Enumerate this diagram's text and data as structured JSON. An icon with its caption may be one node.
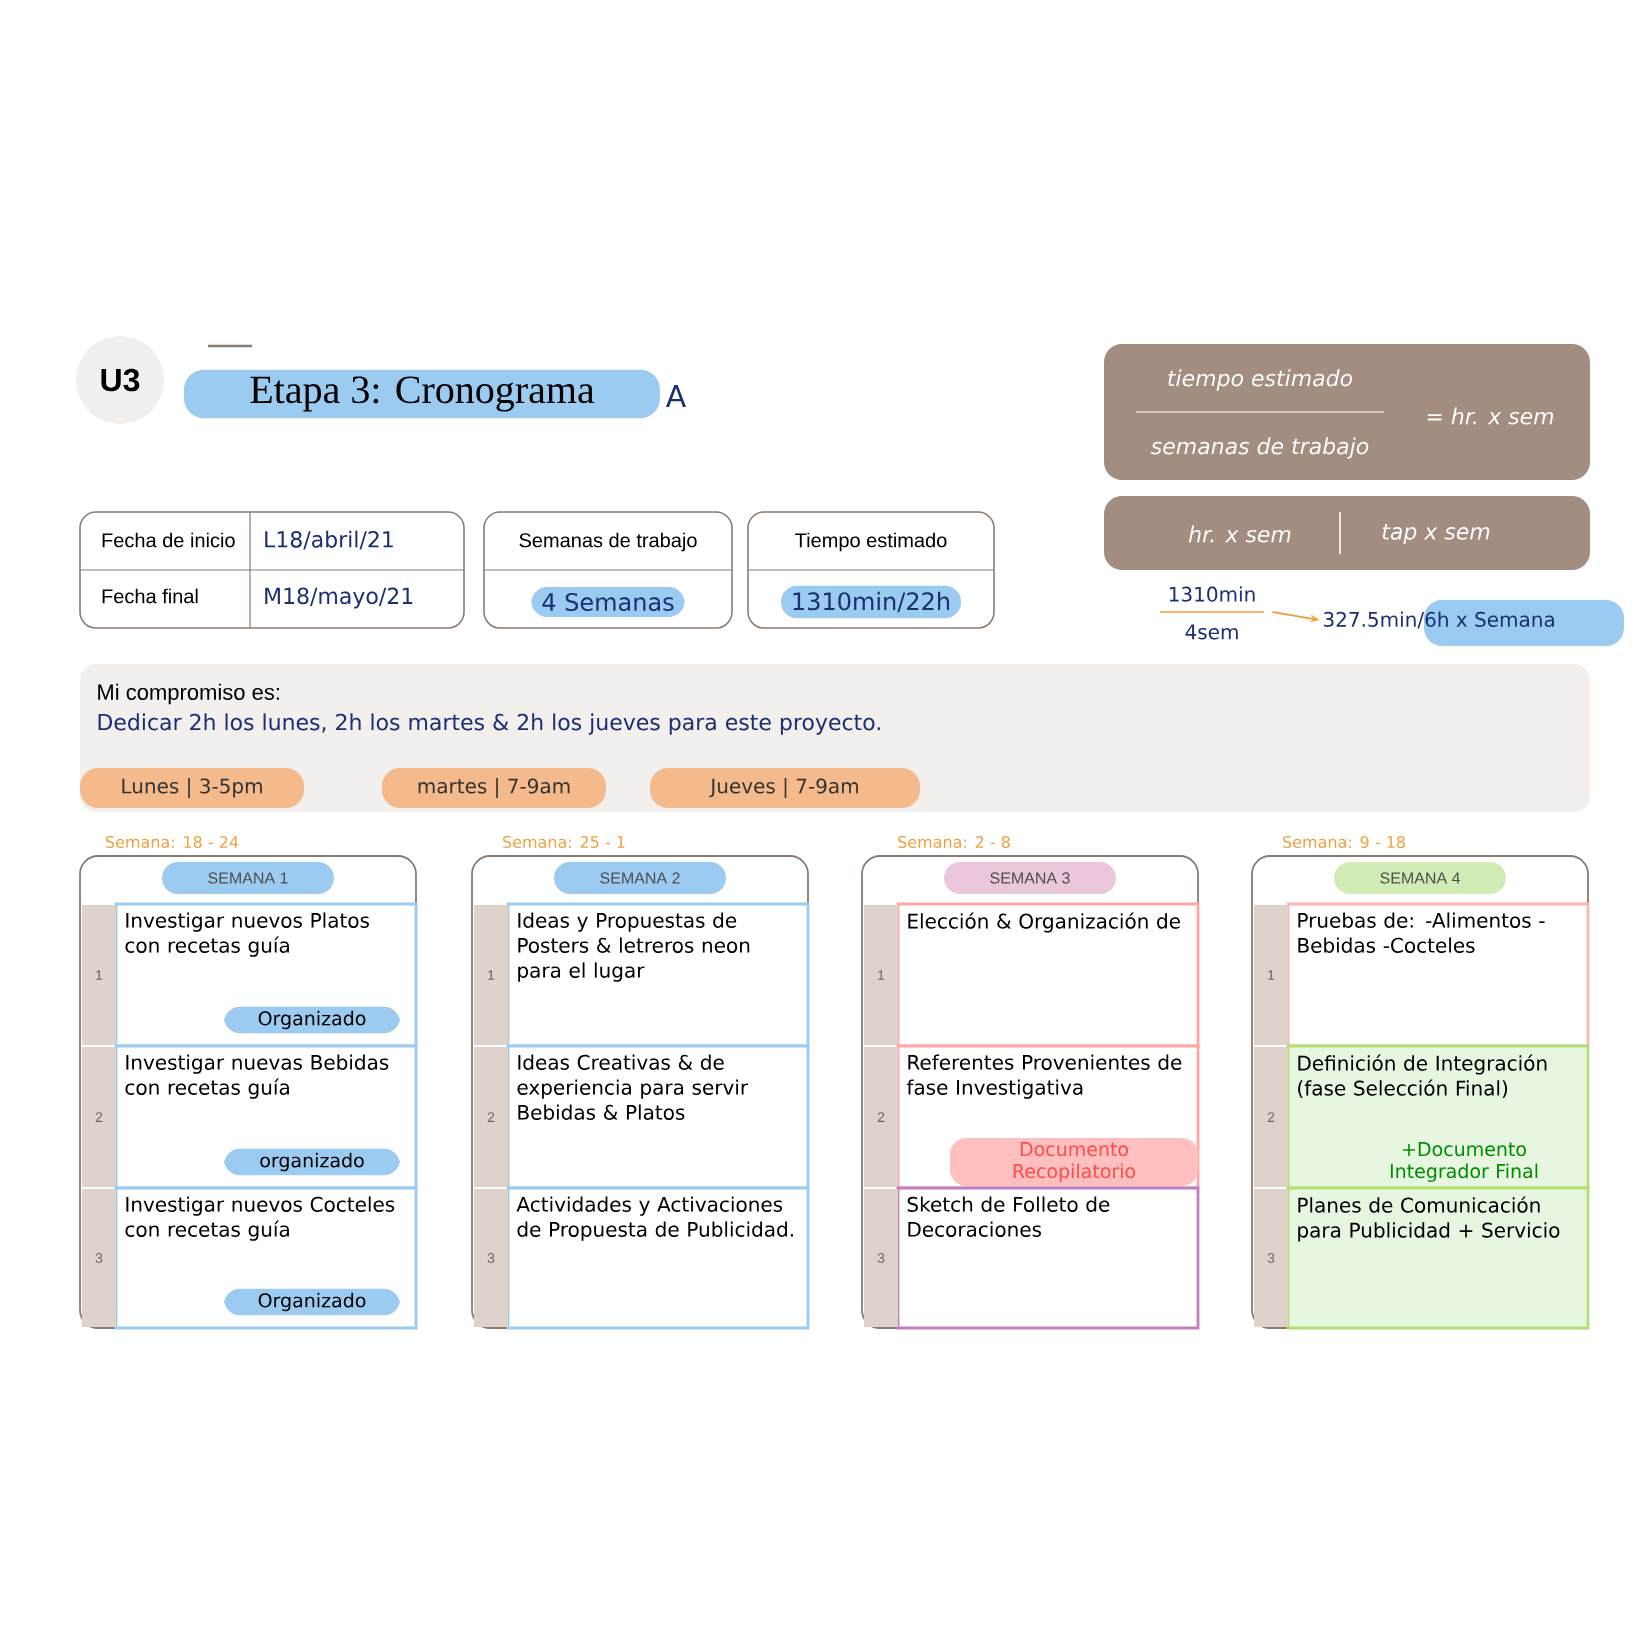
{
  "diagram": {
    "title": "Etapa 3: Cronograma",
    "nodes": [
      {
        "text": [
          "U3"
        ]
      },
      {
        "text": [
          "Fecha de inicio",
          "L18/abril/21",
          "Fecha final",
          "M18/mayo/21"
        ]
      },
      {
        "text": [
          "Semanas de trabajo",
          "4 Semanas"
        ]
      },
      {
        "text": [
          "Tiempo estimado",
          "1310min/22h"
        ]
      },
      {
        "text": [
          "tiempo estimado",
          "semanas de trabajo",
          "= hr. x sem"
        ]
      },
      {
        "text": [
          "hr. x sem",
          "tap x sem"
        ]
      },
      {
        "text": [
          "1310min",
          "4sem"
        ]
      },
      {
        "text": [
          "327.5min/6h x Semana"
        ]
      },
      {
        "text": [
          "Mi compromiso es:",
          "Dedicar 2h los lunes, 2h los martes & 2h los jueves para este proyecto."
        ]
      },
      {
        "text": [
          "Lunes | 3-5pm"
        ],
        "in": 8
      },
      {
        "text": [
          "martes | 7-9am"
        ],
        "in": 8
      },
      {
        "text": [
          "Jueves | 7-9am"
        ],
        "in": 8
      },
      {
        "text": [
          "SEMANA 1"
        ],
        "beside": [
          "Semana: 18 - 24"
        ]
      },
      {
        "text": [
          "1",
          "Investigar nuevos Platos con recetas guía",
          "Organizado"
        ],
        "in": 12
      },
      {
        "text": [
          "2",
          "Investigar nuevas Bebidas con recetas guía",
          "organizado"
        ],
        "in": 12
      },
      {
        "text": [
          "3",
          "Investigar nuevos Cocteles con recetas guía",
          "Organizado"
        ],
        "in": 12
      },
      {
        "text": [
          "SEMANA 2"
        ],
        "beside": [
          "Semana: 25 - 1"
        ]
      },
      {
        "text": [
          "1",
          "Ideas y Propuestas de Posters & letreros neon para el lugar"
        ],
        "in": 16
      },
      {
        "text": [
          "2",
          "Ideas Creativas & de experiencia para servir Bebidas & Platos"
        ],
        "in": 16
      },
      {
        "text": [
          "3",
          "Actividades y Activaciones de Propuesta de Publicidad."
        ],
        "in": 16
      },
      {
        "text": [
          "SEMANA 3"
        ],
        "beside": [
          "Semana: 2 - 8"
        ]
      },
      {
        "text": [
          "1",
          "Elección & Organización de"
        ],
        "in": 20
      },
      {
        "text": [
          "2",
          "Referentes Provenientes de fase Investigativa",
          "Documento Recopilatorio"
        ],
        "in": 20
      },
      {
        "text": [
          "3",
          "Sketch de Folleto de Decoraciones"
        ],
        "in": 20
      },
      {
        "text": [
          "SEMANA 4"
        ],
        "beside": [
          "Semana: 9 - 18"
        ]
      },
      {
        "text": [
          "1",
          "Pruebas de: -Alimentos -Bebidas -Cocteles"
        ],
        "in": 24
      },
      {
        "text": [
          "2",
          "Definición de Integración (fase Selección Final)",
          "+Documento Integrador Final"
        ],
        "in": 24
      },
      {
        "text": [
          "3",
          "Planes de Comunicación para Publicidad + Servicio"
        ],
        "in": 24
      }
    ],
    "edges": [
      {
        "from": 6,
        "to": 7,
        "arrow": "to"
      }
    ],
    "labels": [
      "A"
    ]
  }
}
